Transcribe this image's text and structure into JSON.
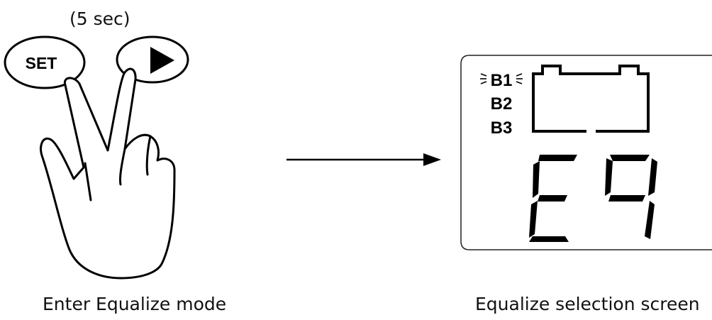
{
  "hint_text": "(5 sec)",
  "buttons": {
    "set_label": "SET",
    "play_icon": "play-triangle-icon"
  },
  "display": {
    "battery_labels": [
      "B1",
      "B2",
      "B3"
    ],
    "active_battery": "B1",
    "code": "E9"
  },
  "captions": {
    "left": "Enter Equalize mode",
    "right": "Equalize selection screen"
  }
}
